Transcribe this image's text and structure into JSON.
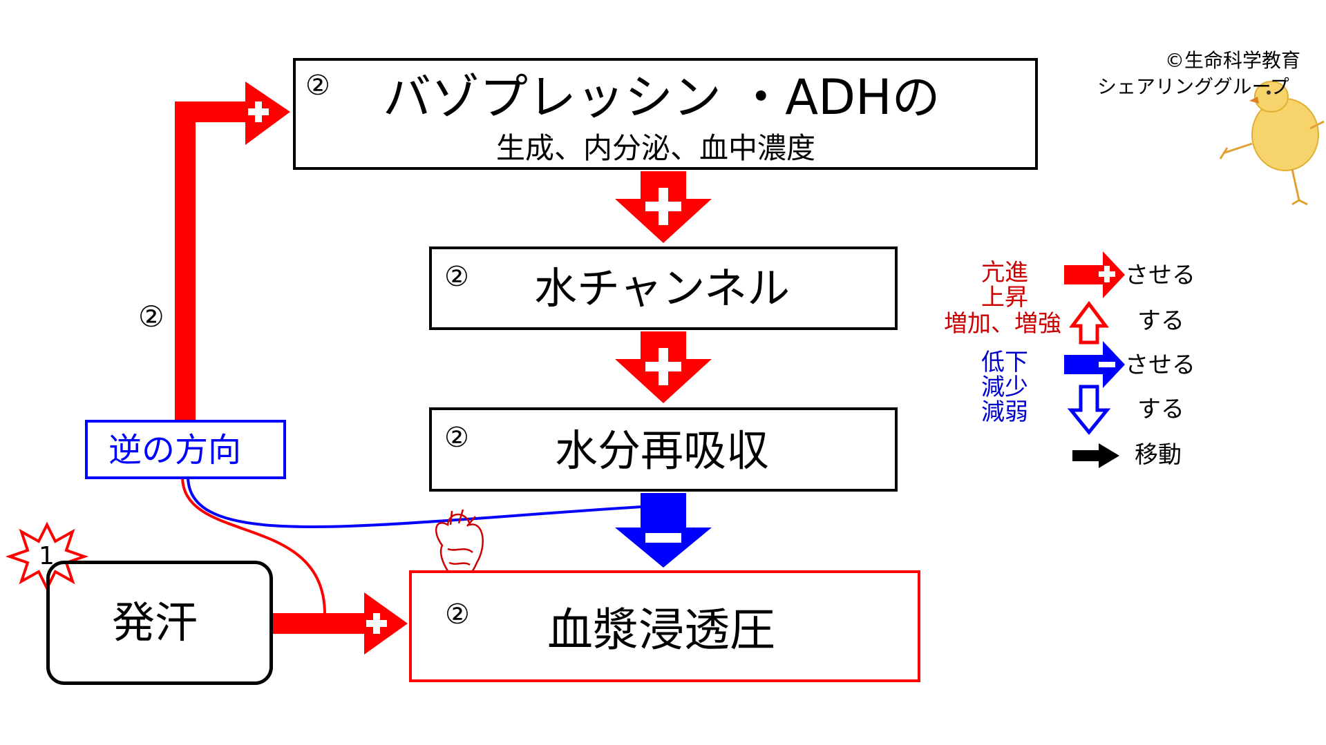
{
  "boxes": {
    "vasopressin": {
      "step": "②",
      "title": "バゾプレッシン ・ADHの",
      "subtitle": "生成、内分泌、血中濃度"
    },
    "water_channel": {
      "step": "②",
      "title": "水チャンネル"
    },
    "water_reabsorption": {
      "step": "②",
      "title": "水分再吸収"
    },
    "plasma_osmolality": {
      "step": "②",
      "title": "血漿浸透圧"
    },
    "sweating": {
      "step": "1",
      "title": "発汗"
    }
  },
  "feedback_path": {
    "step": "②",
    "label": "逆の方向"
  },
  "copyright": {
    "line1": "©生命科学教育",
    "line2": "シェアリンググループ"
  },
  "legend": {
    "increase_terms": [
      "亢進",
      "上昇",
      "増加、増強"
    ],
    "decrease_terms": [
      "低下",
      "減少",
      "減弱"
    ],
    "cause_label_1": "させる",
    "do_label_1": "する",
    "cause_label_2": "させる",
    "do_label_2": "する",
    "move_label": "移動"
  },
  "colors": {
    "red": "#ff0000",
    "blue": "#0000ff",
    "dark_red": "#cc0000",
    "dark_blue": "#0000cc",
    "black": "#000000"
  }
}
